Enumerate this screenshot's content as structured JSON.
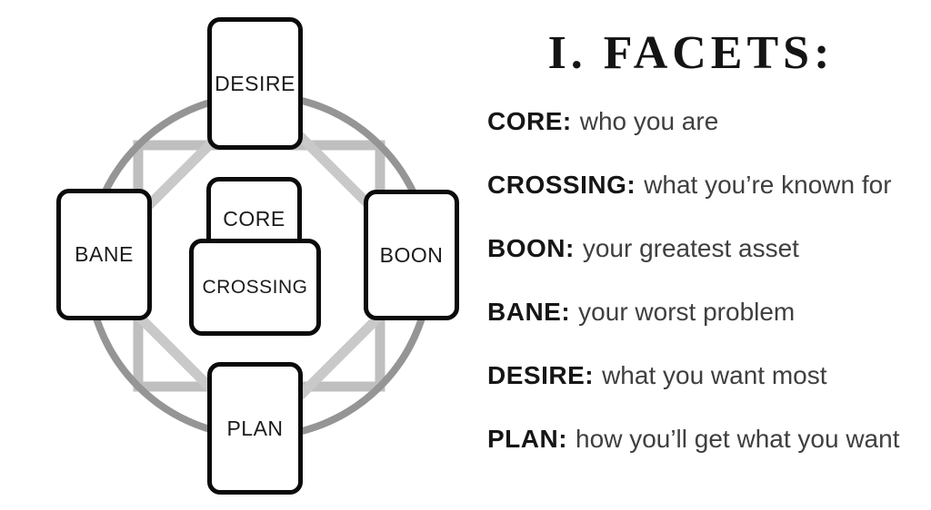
{
  "diagram": {
    "colors": {
      "circle": "#959595",
      "square": "#bfbfbf",
      "diamond": "#c9c9c9",
      "card_border": "#0b0b0b"
    },
    "cards": {
      "desire": "DESIRE",
      "core": "CORE",
      "crossing": "CROSSING",
      "bane": "BANE",
      "boon": "BOON",
      "plan": "PLAN"
    }
  },
  "facets": {
    "heading": "I. FACETS:",
    "items": [
      {
        "term": "CORE:",
        "definition": "who you are"
      },
      {
        "term": "CROSSING:",
        "definition": "what you’re known for"
      },
      {
        "term": "BOON:",
        "definition": "your greatest asset"
      },
      {
        "term": "BANE:",
        "definition": "your worst problem"
      },
      {
        "term": "DESIRE:",
        "definition": "what you want most"
      },
      {
        "term": "PLAN:",
        "definition": "how you’ll get what you want"
      }
    ]
  }
}
